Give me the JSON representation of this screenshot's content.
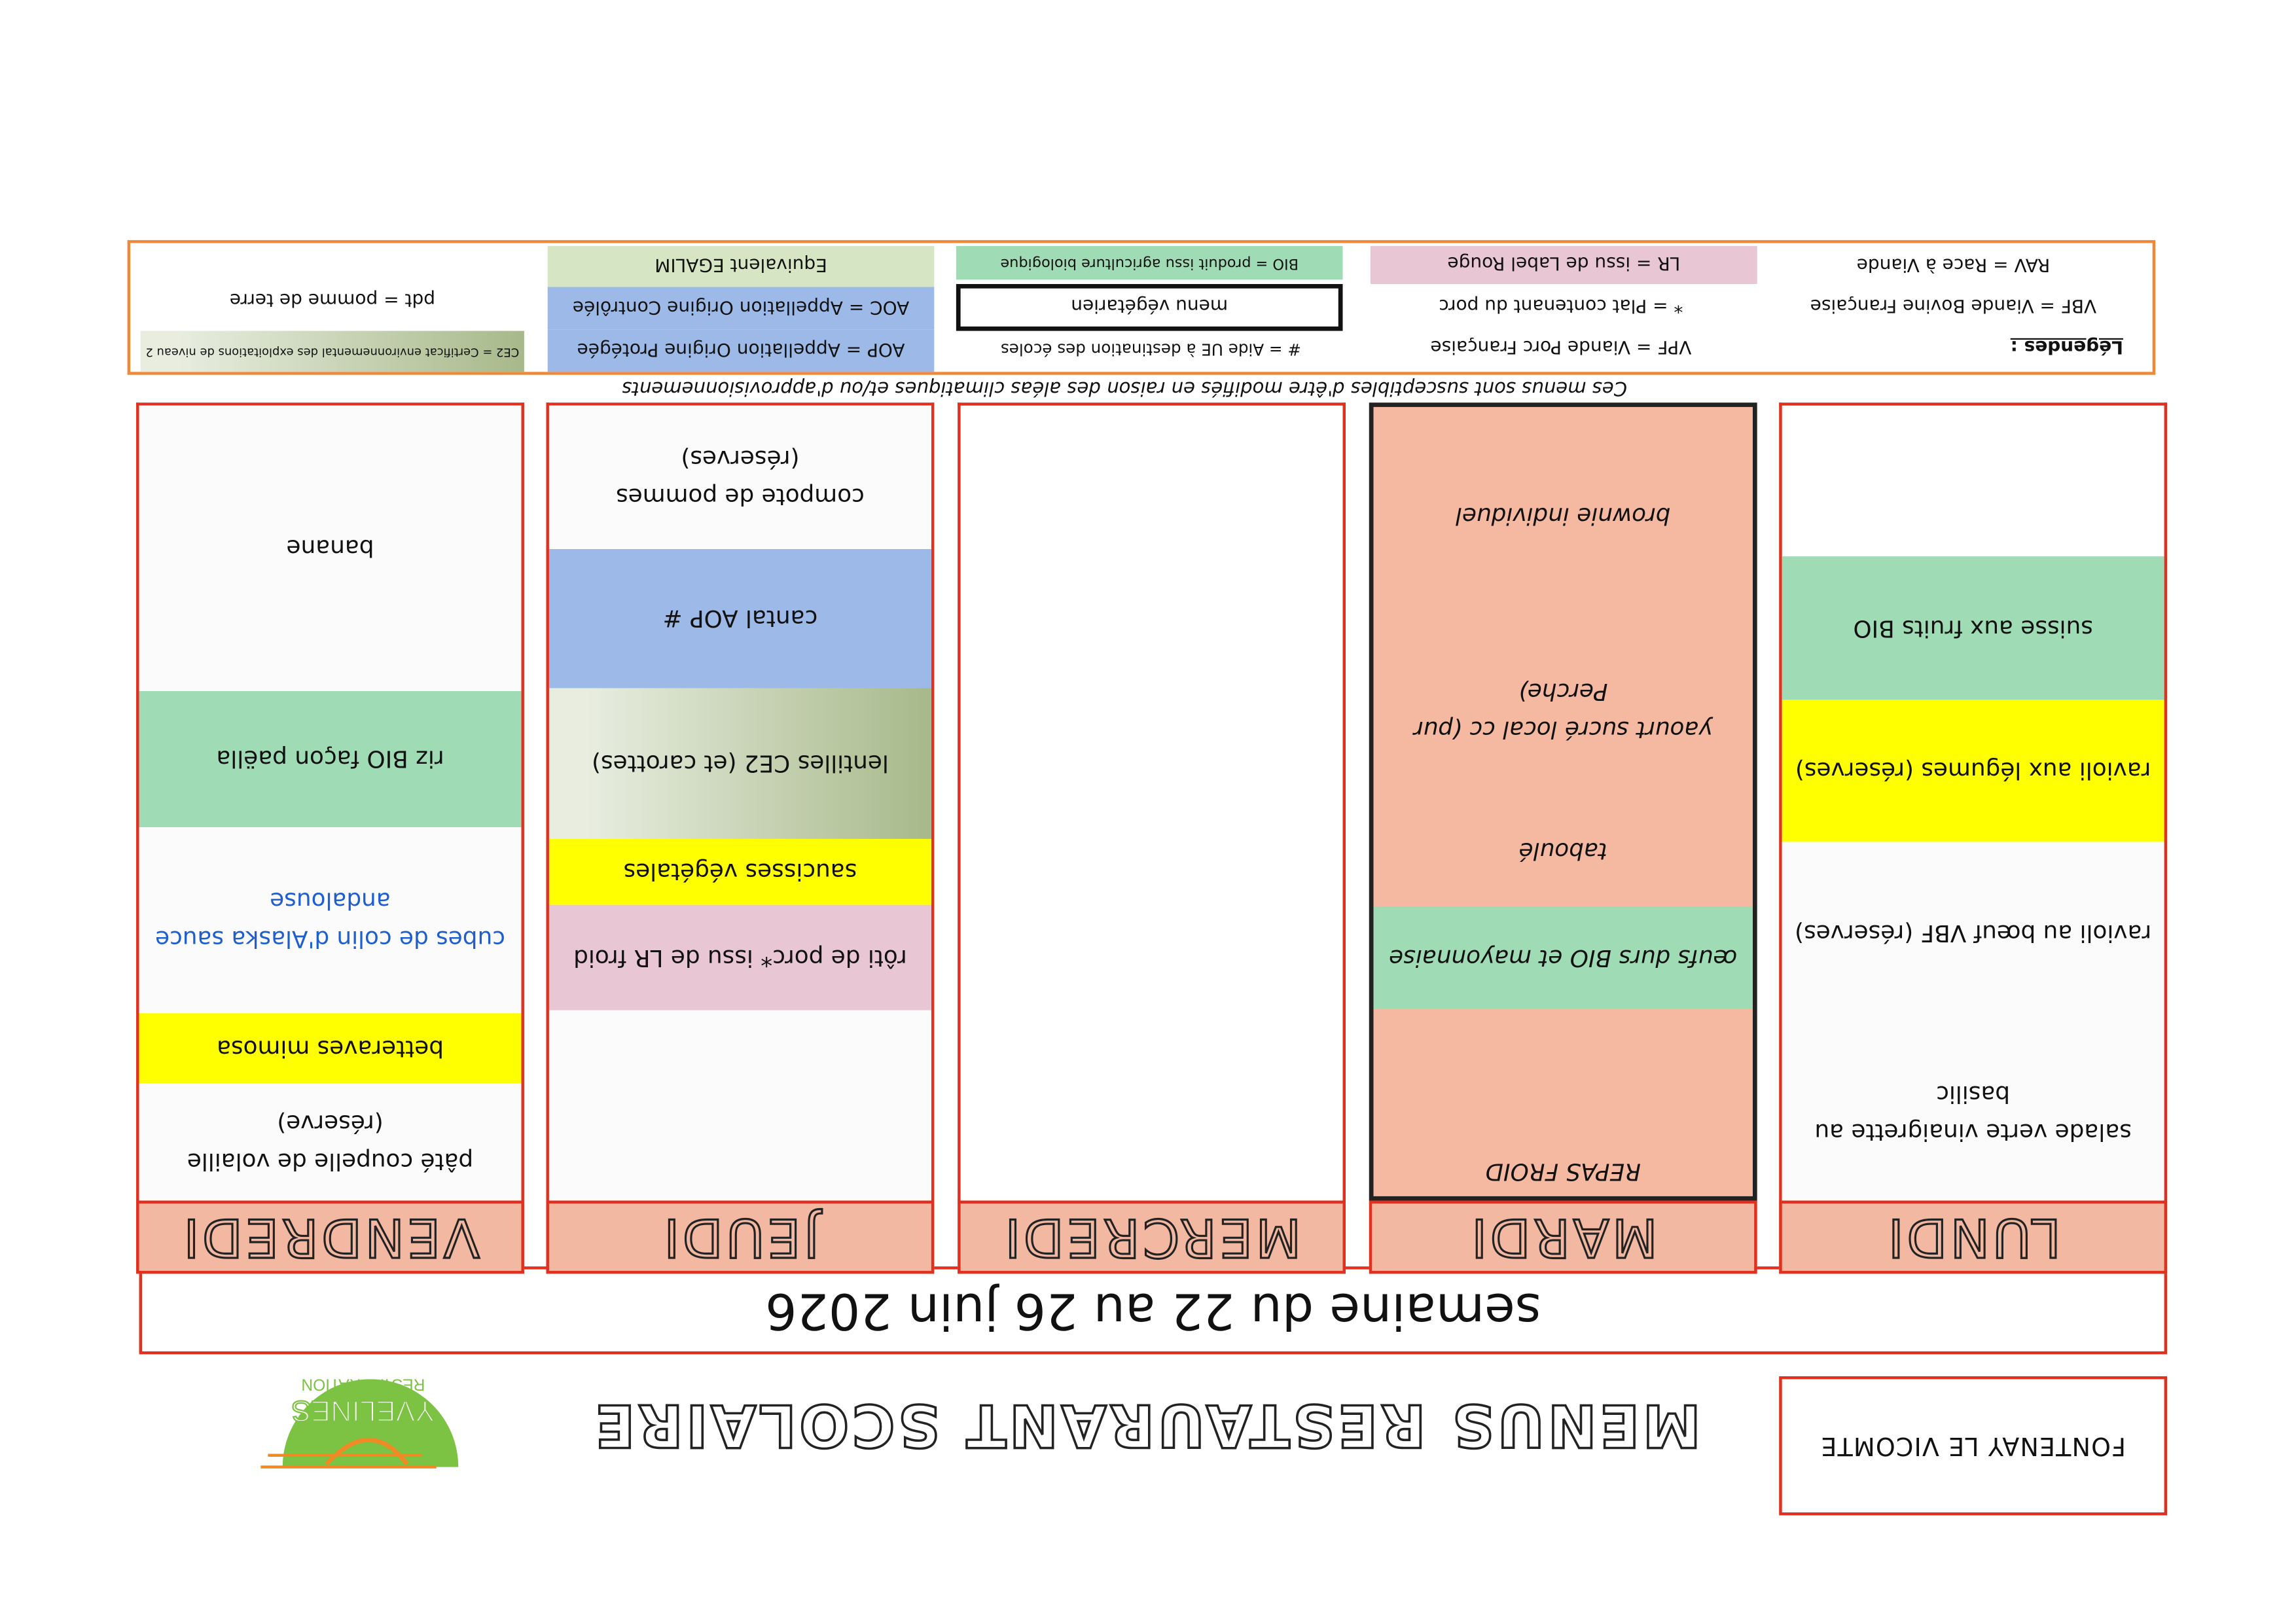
{
  "school": "FONTENAY LE VICOMTE",
  "title": "MENUS RESTAURANT SCOLAIRE",
  "logo": {
    "name": "YVELINES",
    "sub": "RESTAURATION"
  },
  "week": "semaine du 22 au 26 juin 2026",
  "days": [
    {
      "name": "LUNDI",
      "items": [
        "salade verte vinaigrette au basilic",
        "ravioli au bœuf VBF (réserves)",
        "ravioli aux légumes (réserves)",
        "suisse aux fruits BIO",
        ""
      ]
    },
    {
      "name": "MARDI",
      "note": "REPAS FROID",
      "items": [
        "œufs durs BIO et mayonnaise",
        "taboulé",
        "yaourt sucré local cc (pur Perche)",
        "brownie individuel"
      ]
    },
    {
      "name": "MERCREDI",
      "items": []
    },
    {
      "name": "JEUDI",
      "items": [
        "",
        "rôti de porc* issu de LR froid",
        "saucisses végétales",
        "lentilles CE2 (et carottes)",
        "cantal AOP #",
        "compote de pommes (réserves)"
      ]
    },
    {
      "name": "VENDREDI",
      "items": [
        "pâté coupelle de volaille (réserve)",
        "betteraves mimosa",
        "cubes de colin d'Alaska sauce andalouse",
        "riz BIO façon paëlla",
        "banane"
      ]
    }
  ],
  "disclaimer": "Ces menus sont susceptibles d'être modifiés en raison des aléas climatiques et/ou d'approvisionnements",
  "legend": {
    "title": "Légendes :",
    "vbf": "VBF = Viande Bovine Française",
    "rav": "RAV = Race à Viande",
    "vpf": "VPF = Viande Porc Française",
    "porc": "* = Plat contenant du porc",
    "lr": "LR = issu de Label Rouge",
    "ue": "# = Aide UE à destination des écoles",
    "veg": "menu végétarien",
    "bio": "BIO = produit issu agriculture biologique",
    "aop": "AOP = Appellation Origine Protégée",
    "aoc": "AOC = Appellation Origine Contrôlée",
    "egalim": "Equivalent EGALIM",
    "ce2": "CE2 = Certificat environnemental des exploitations de niveau 2",
    "pdt": "pdt = pomme de terre"
  },
  "colors": {
    "border": "#e03020",
    "header": "#f2b8a2",
    "bio": "#9fdcb5",
    "yellow": "#ffff00",
    "lr": "#e8c6d4",
    "aop": "#9cb9e8"
  }
}
